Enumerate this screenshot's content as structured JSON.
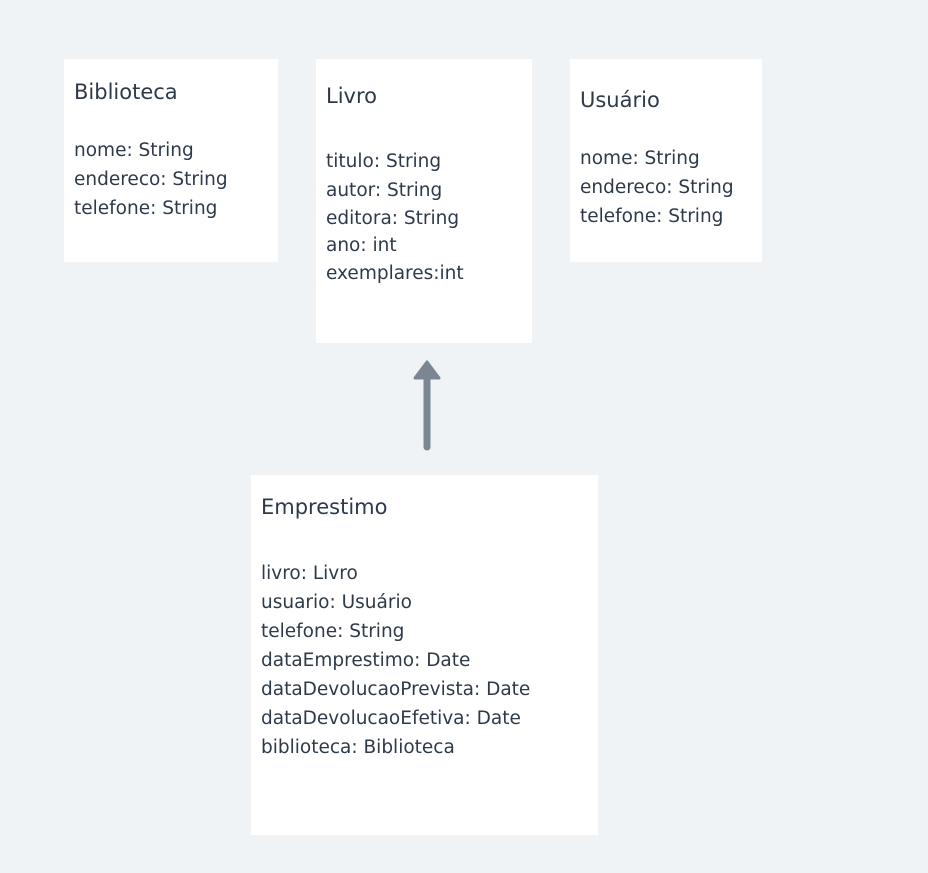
{
  "classes": {
    "biblioteca": {
      "name": "Biblioteca",
      "attributes": [
        "nome: String",
        "endereco: String",
        "telefone: String"
      ]
    },
    "livro": {
      "name": "Livro",
      "attributes": [
        "titulo: String",
        "autor: String",
        "editora: String",
        "ano: int",
        "exemplares:int"
      ]
    },
    "usuario": {
      "name": "Usuário",
      "attributes": [
        "nome: String",
        "endereco: String",
        "telefone: String"
      ]
    },
    "emprestimo": {
      "name": "Emprestimo",
      "attributes": [
        "livro: Livro",
        "usuario: Usuário",
        "telefone: String",
        "dataEmprestimo: Date",
        "dataDevolucaoPrevista: Date",
        "dataDevolucaoEfetiva: Date",
        "biblioteca: Biblioteca"
      ]
    }
  },
  "colors": {
    "background": "#f0f3f6",
    "box": "#ffffff",
    "text": "#2e3a4a",
    "arrow": "#7a8793"
  }
}
